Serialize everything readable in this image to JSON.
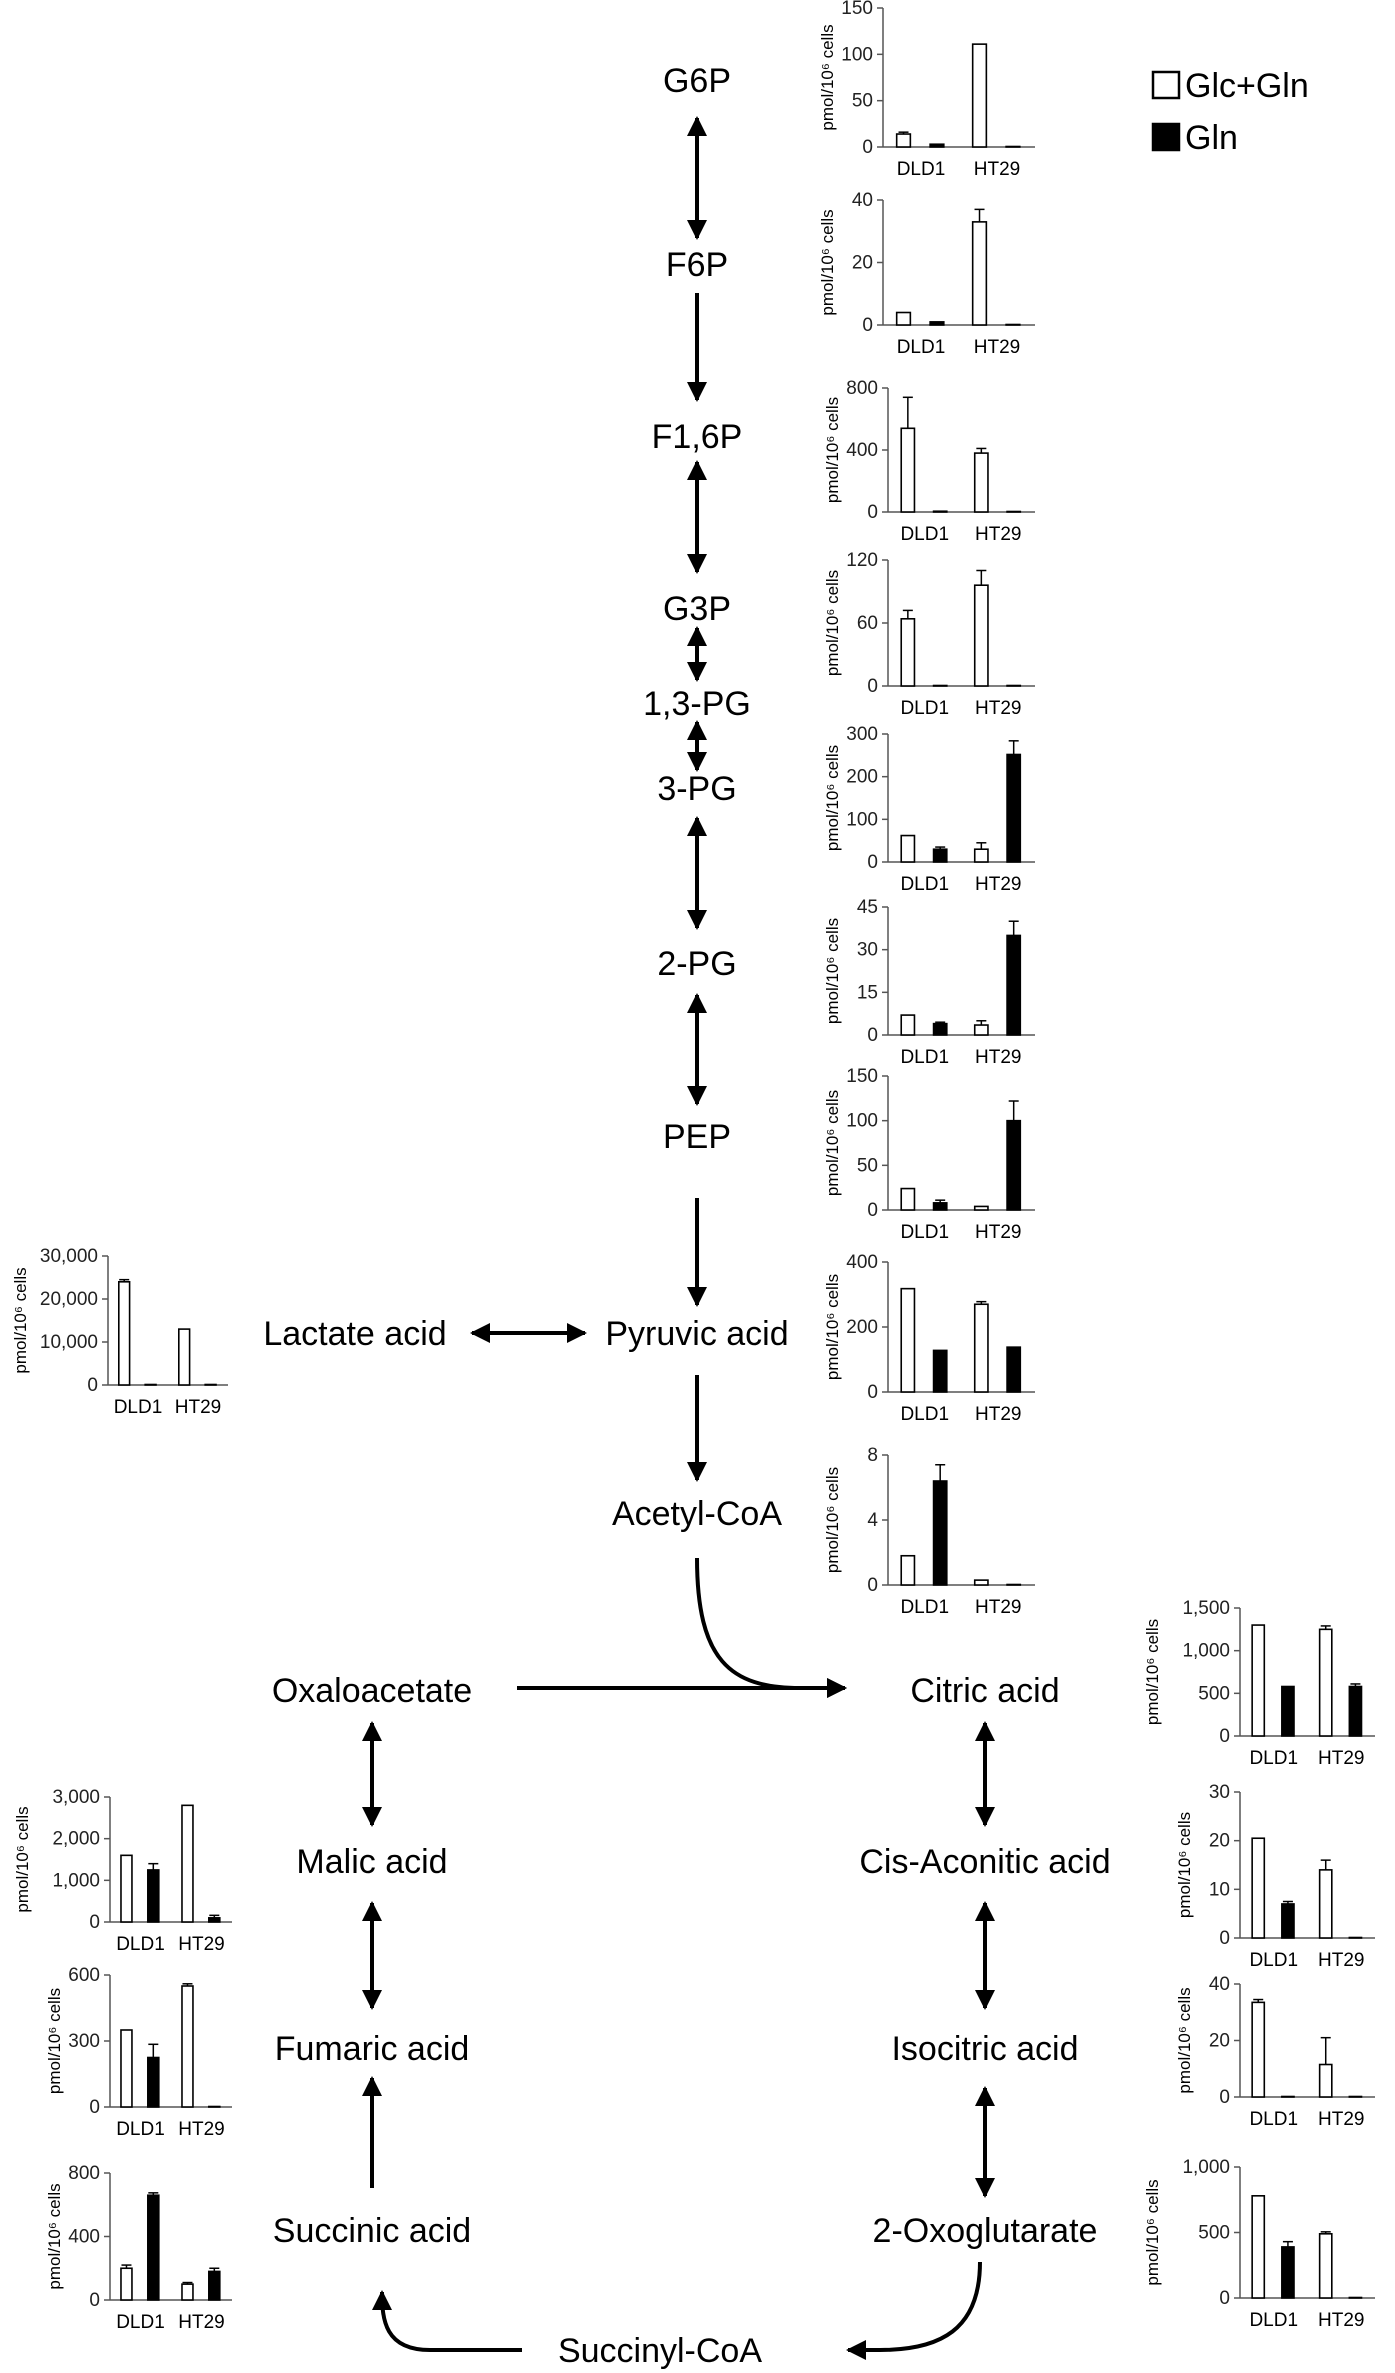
{
  "legend": [
    {
      "label": "Glc+Gln",
      "fill": "#ffffff"
    },
    {
      "label": "Gln",
      "fill": "#000000"
    }
  ],
  "metabolites": {
    "g6p": "G6P",
    "f6p": "F6P",
    "f16p": "F1,6P",
    "g3p": "G3P",
    "pg13": "1,3-PG",
    "pg3": "3-PG",
    "pg2": "2-PG",
    "pep": "PEP",
    "pyruvic": "Pyruvic acid",
    "lactate": "Lactate acid",
    "acetylcoa": "Acetyl-CoA",
    "oxaloacetate": "Oxaloacetate",
    "citric": "Citric acid",
    "malic": "Malic acid",
    "cisaconitic": "Cis-Aconitic acid",
    "fumaric": "Fumaric acid",
    "isocitric": "Isocitric acid",
    "succinic": "Succinic acid",
    "oxoglutarate": "2-Oxoglutarate",
    "succinylcoa": "Succinyl-CoA"
  },
  "chart_data": [
    {
      "id": "g6p",
      "type": "bar",
      "ylabel": "pmol/10⁶ cells",
      "categories": [
        "DLD1",
        "HT29"
      ],
      "ylim": [
        0,
        150
      ],
      "yticks": [
        "0",
        "50",
        "100",
        "150"
      ],
      "series": [
        {
          "name": "Glc+Gln",
          "values": [
            14,
            111
          ],
          "errors": [
            2,
            0
          ]
        },
        {
          "name": "Gln",
          "values": [
            3,
            0
          ],
          "errors": [
            0,
            0
          ]
        }
      ]
    },
    {
      "id": "f6p",
      "type": "bar",
      "ylabel": "pmol/10⁶ cells",
      "categories": [
        "DLD1",
        "HT29"
      ],
      "ylim": [
        0,
        40
      ],
      "yticks": [
        "0",
        "20",
        "40"
      ],
      "series": [
        {
          "name": "Glc+Gln",
          "values": [
            4,
            33
          ],
          "errors": [
            0,
            4
          ]
        },
        {
          "name": "Gln",
          "values": [
            1,
            0
          ],
          "errors": [
            0,
            0
          ]
        }
      ]
    },
    {
      "id": "f16p",
      "type": "bar",
      "ylabel": "pmol/10⁶ cells",
      "categories": [
        "DLD1",
        "HT29"
      ],
      "ylim": [
        0,
        800
      ],
      "yticks": [
        "0",
        "400",
        "800"
      ],
      "series": [
        {
          "name": "Glc+Gln",
          "values": [
            540,
            380
          ],
          "errors": [
            200,
            30
          ]
        },
        {
          "name": "Gln",
          "values": [
            5,
            0
          ],
          "errors": [
            0,
            0
          ]
        }
      ]
    },
    {
      "id": "g3p",
      "type": "bar",
      "ylabel": "pmol/10⁶ cells",
      "categories": [
        "DLD1",
        "HT29"
      ],
      "ylim": [
        0,
        120
      ],
      "yticks": [
        "0",
        "60",
        "120"
      ],
      "series": [
        {
          "name": "Glc+Gln",
          "values": [
            64,
            96
          ],
          "errors": [
            8,
            14
          ]
        },
        {
          "name": "Gln",
          "values": [
            0,
            0
          ],
          "errors": [
            0,
            0
          ]
        }
      ]
    },
    {
      "id": "pg3",
      "type": "bar",
      "ylabel": "pmol/10⁶ cells",
      "categories": [
        "DLD1",
        "HT29"
      ],
      "ylim": [
        0,
        300
      ],
      "yticks": [
        "0",
        "100",
        "200",
        "300"
      ],
      "series": [
        {
          "name": "Glc+Gln",
          "values": [
            62,
            30
          ],
          "errors": [
            0,
            15
          ]
        },
        {
          "name": "Gln",
          "values": [
            30,
            252
          ],
          "errors": [
            5,
            32
          ]
        }
      ]
    },
    {
      "id": "pg2",
      "type": "bar",
      "ylabel": "pmol/10⁶ cells",
      "categories": [
        "DLD1",
        "HT29"
      ],
      "ylim": [
        0,
        45
      ],
      "yticks": [
        "0",
        "15",
        "30",
        "45"
      ],
      "series": [
        {
          "name": "Glc+Gln",
          "values": [
            7,
            3.5
          ],
          "errors": [
            0,
            1.5
          ]
        },
        {
          "name": "Gln",
          "values": [
            4,
            35
          ],
          "errors": [
            0.5,
            5
          ]
        }
      ]
    },
    {
      "id": "pep",
      "type": "bar",
      "ylabel": "pmol/10⁶ cells",
      "categories": [
        "DLD1",
        "HT29"
      ],
      "ylim": [
        0,
        150
      ],
      "yticks": [
        "0",
        "50",
        "100",
        "150"
      ],
      "series": [
        {
          "name": "Glc+Gln",
          "values": [
            24,
            4
          ],
          "errors": [
            0,
            0
          ]
        },
        {
          "name": "Gln",
          "values": [
            8,
            100
          ],
          "errors": [
            3,
            22
          ]
        }
      ]
    },
    {
      "id": "pyruvic",
      "type": "bar",
      "ylabel": "pmol/10⁶ cells",
      "categories": [
        "DLD1",
        "HT29"
      ],
      "ylim": [
        0,
        400
      ],
      "yticks": [
        "0",
        "200",
        "400"
      ],
      "series": [
        {
          "name": "Glc+Gln",
          "values": [
            318,
            270
          ],
          "errors": [
            0,
            8
          ]
        },
        {
          "name": "Gln",
          "values": [
            128,
            138
          ],
          "errors": [
            0,
            0
          ]
        }
      ]
    },
    {
      "id": "acetylcoa",
      "type": "bar",
      "ylabel": "pmol/10⁶ cells",
      "categories": [
        "DLD1",
        "HT29"
      ],
      "ylim": [
        0,
        8
      ],
      "yticks": [
        "0",
        "4",
        "8"
      ],
      "series": [
        {
          "name": "Glc+Gln",
          "values": [
            1.8,
            0.3
          ],
          "errors": [
            0,
            0
          ]
        },
        {
          "name": "Gln",
          "values": [
            6.4,
            0
          ],
          "errors": [
            1,
            0
          ]
        }
      ]
    },
    {
      "id": "lactate",
      "type": "bar",
      "ylabel": "pmol/10⁶ cells",
      "categories": [
        "DLD1",
        "HT29"
      ],
      "ylim": [
        0,
        30000
      ],
      "yticks": [
        "0",
        "10,000",
        "20,000",
        "30,000"
      ],
      "series": [
        {
          "name": "Glc+Gln",
          "values": [
            24000,
            13000
          ],
          "errors": [
            500,
            0
          ]
        },
        {
          "name": "Gln",
          "values": [
            0,
            0
          ],
          "errors": [
            0,
            0
          ]
        }
      ]
    },
    {
      "id": "citric",
      "type": "bar",
      "ylabel": "pmol/10⁶ cells",
      "categories": [
        "DLD1",
        "HT29"
      ],
      "ylim": [
        0,
        1500
      ],
      "yticks": [
        "0",
        "500",
        "1,000",
        "1,500"
      ],
      "series": [
        {
          "name": "Glc+Gln",
          "values": [
            1300,
            1250
          ],
          "errors": [
            0,
            40
          ]
        },
        {
          "name": "Gln",
          "values": [
            580,
            580
          ],
          "errors": [
            0,
            30
          ]
        }
      ]
    },
    {
      "id": "cisaconitic",
      "type": "bar",
      "ylabel": "pmol/10⁶ cells",
      "categories": [
        "DLD1",
        "HT29"
      ],
      "ylim": [
        0,
        30
      ],
      "yticks": [
        "0",
        "10",
        "20",
        "30"
      ],
      "series": [
        {
          "name": "Glc+Gln",
          "values": [
            20.5,
            14
          ],
          "errors": [
            0,
            2
          ]
        },
        {
          "name": "Gln",
          "values": [
            7,
            0
          ],
          "errors": [
            0.5,
            0
          ]
        }
      ]
    },
    {
      "id": "isocitric",
      "type": "bar",
      "ylabel": "pmol/10⁶ cells",
      "categories": [
        "DLD1",
        "HT29"
      ],
      "ylim": [
        0,
        40
      ],
      "yticks": [
        "0",
        "20",
        "40"
      ],
      "series": [
        {
          "name": "Glc+Gln",
          "values": [
            33.5,
            11.5
          ],
          "errors": [
            1,
            9.5
          ]
        },
        {
          "name": "Gln",
          "values": [
            0,
            0
          ],
          "errors": [
            0,
            0
          ]
        }
      ]
    },
    {
      "id": "oxoglutarate",
      "type": "bar",
      "ylabel": "pmol/10⁶ cells",
      "categories": [
        "DLD1",
        "HT29"
      ],
      "ylim": [
        0,
        1000
      ],
      "yticks": [
        "0",
        "500",
        "1,000"
      ],
      "series": [
        {
          "name": "Glc+Gln",
          "values": [
            780,
            490
          ],
          "errors": [
            0,
            15
          ]
        },
        {
          "name": "Gln",
          "values": [
            390,
            0
          ],
          "errors": [
            40,
            0
          ]
        }
      ]
    },
    {
      "id": "malic",
      "type": "bar",
      "ylabel": "pmol/10⁶ cells",
      "categories": [
        "DLD1",
        "HT29"
      ],
      "ylim": [
        0,
        3000
      ],
      "yticks": [
        "0",
        "1,000",
        "2,000",
        "3,000"
      ],
      "series": [
        {
          "name": "Glc+Gln",
          "values": [
            1600,
            2800
          ],
          "errors": [
            0,
            0
          ]
        },
        {
          "name": "Gln",
          "values": [
            1250,
            100
          ],
          "errors": [
            150,
            60
          ]
        }
      ]
    },
    {
      "id": "fumaric",
      "type": "bar",
      "ylabel": "pmol/10⁶ cells",
      "categories": [
        "DLD1",
        "HT29"
      ],
      "ylim": [
        0,
        600
      ],
      "yticks": [
        "0",
        "300",
        "600"
      ],
      "series": [
        {
          "name": "Glc+Gln",
          "values": [
            350,
            550
          ],
          "errors": [
            0,
            10
          ]
        },
        {
          "name": "Gln",
          "values": [
            225,
            0
          ],
          "errors": [
            60,
            0
          ]
        }
      ]
    },
    {
      "id": "succinic",
      "type": "bar",
      "ylabel": "pmol/10⁶ cells",
      "categories": [
        "DLD1",
        "HT29"
      ],
      "ylim": [
        0,
        800
      ],
      "yticks": [
        "0",
        "400",
        "800"
      ],
      "series": [
        {
          "name": "Glc+Gln",
          "values": [
            200,
            100
          ],
          "errors": [
            20,
            10
          ]
        },
        {
          "name": "Gln",
          "values": [
            660,
            180
          ],
          "errors": [
            15,
            20
          ]
        }
      ]
    }
  ]
}
